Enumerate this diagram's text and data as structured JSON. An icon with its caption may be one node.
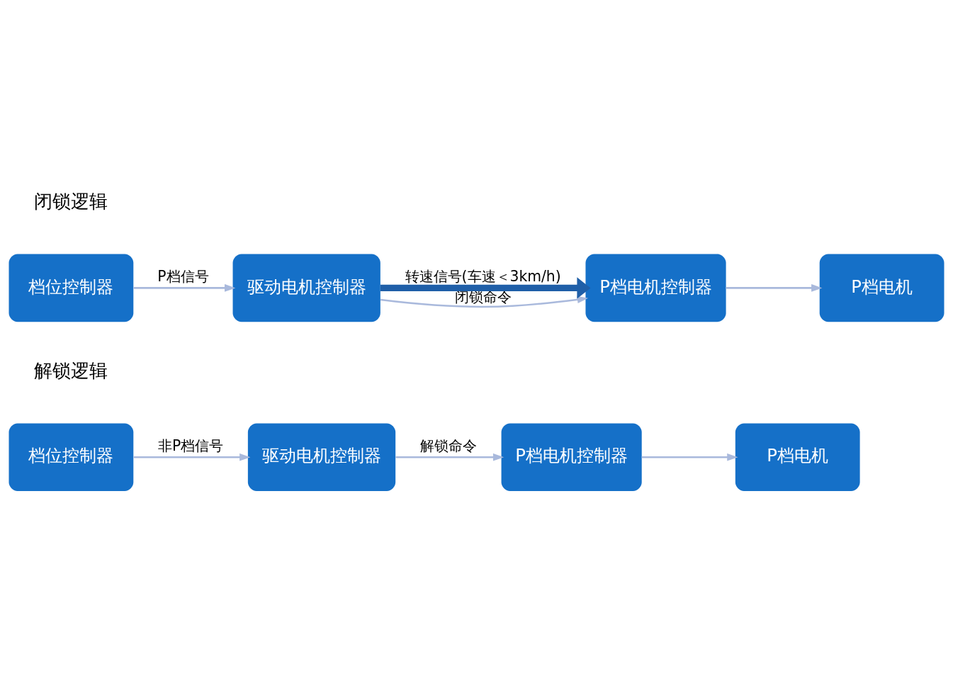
{
  "diagram": {
    "nodes": [
      {
        "text": [
          "档位控制器"
        ]
      },
      {
        "text": [
          "驱动电机控制器"
        ]
      },
      {
        "text": [
          "P档电机控制器"
        ]
      },
      {
        "text": [
          "P档电机"
        ]
      },
      {
        "text": [
          "档位控制器"
        ]
      },
      {
        "text": [
          "驱动电机控制器"
        ]
      },
      {
        "text": [
          "P档电机控制器"
        ]
      },
      {
        "text": [
          "P档电机"
        ]
      }
    ],
    "edges": [
      {
        "from": 0,
        "to": 1,
        "arrow": "to",
        "label": "P档信号"
      },
      {
        "from": 1,
        "to": 2,
        "arrow": "to",
        "label": "闭锁命令"
      },
      {
        "from": 2,
        "to": 3,
        "arrow": "to"
      },
      {
        "from": 1,
        "to": 2,
        "arrow": "to",
        "label": "转速信号(车速＜3km/h)",
        "style": "thick",
        "color": "#1f5fa8"
      },
      {
        "from": 4,
        "to": 5,
        "arrow": "to",
        "label": "非P档信号"
      },
      {
        "from": 5,
        "to": 6,
        "arrow": "to",
        "label": "解锁命令"
      },
      {
        "from": 6,
        "to": 7,
        "arrow": "to"
      }
    ],
    "labels": [
      "闭锁逻辑",
      "解锁逻辑"
    ]
  }
}
